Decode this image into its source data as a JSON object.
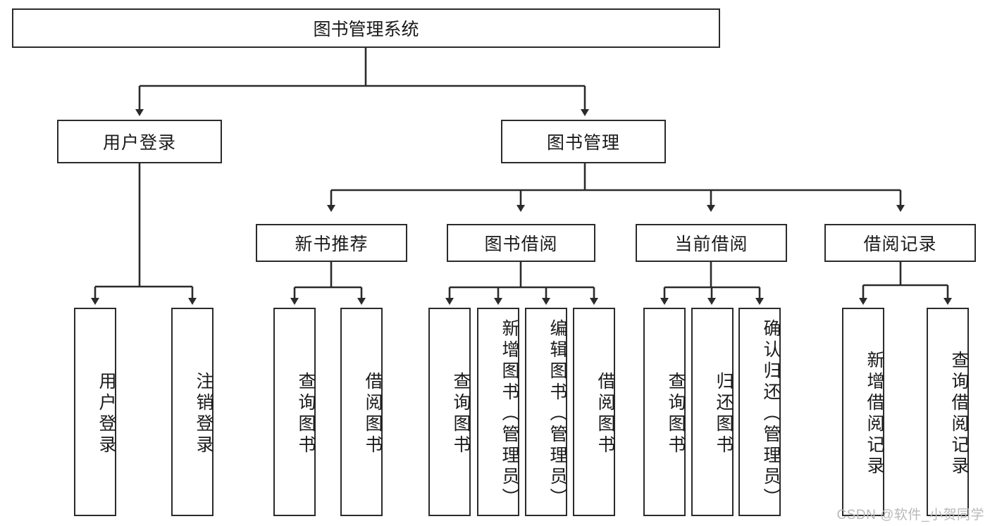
{
  "diagram": {
    "title": "图书管理系统",
    "type": "hierarchy-tree",
    "root": {
      "label": "图书管理系统"
    },
    "level2": [
      {
        "label": "用户登录"
      },
      {
        "label": "图书管理"
      }
    ],
    "level3": [
      {
        "label": "新书推荐"
      },
      {
        "label": "图书借阅"
      },
      {
        "label": "当前借阅"
      },
      {
        "label": "借阅记录"
      }
    ],
    "leaves": {
      "user_login": [
        {
          "label": "用户登录"
        },
        {
          "label": "注销登录"
        }
      ],
      "new_book_recommend": [
        {
          "label": "查询图书"
        },
        {
          "label": "借阅图书"
        }
      ],
      "book_borrow": [
        {
          "label": "查询图书"
        },
        {
          "label": "新增图书（管理员）"
        },
        {
          "label": "编辑图书（管理员）"
        },
        {
          "label": "借阅图书"
        }
      ],
      "current_borrow": [
        {
          "label": "查询图书"
        },
        {
          "label": "归还图书"
        },
        {
          "label": "确认归还（管理员）"
        }
      ],
      "borrow_record": [
        {
          "label": "新增借阅记录"
        },
        {
          "label": "查询借阅记录"
        }
      ]
    }
  },
  "watermark": {
    "text": "CSDN @软件_小贺同学"
  },
  "colors": {
    "border": "#2b2b2b",
    "text": "#1a1a1a",
    "background": "#ffffff",
    "watermark": "#b9b9b9"
  }
}
